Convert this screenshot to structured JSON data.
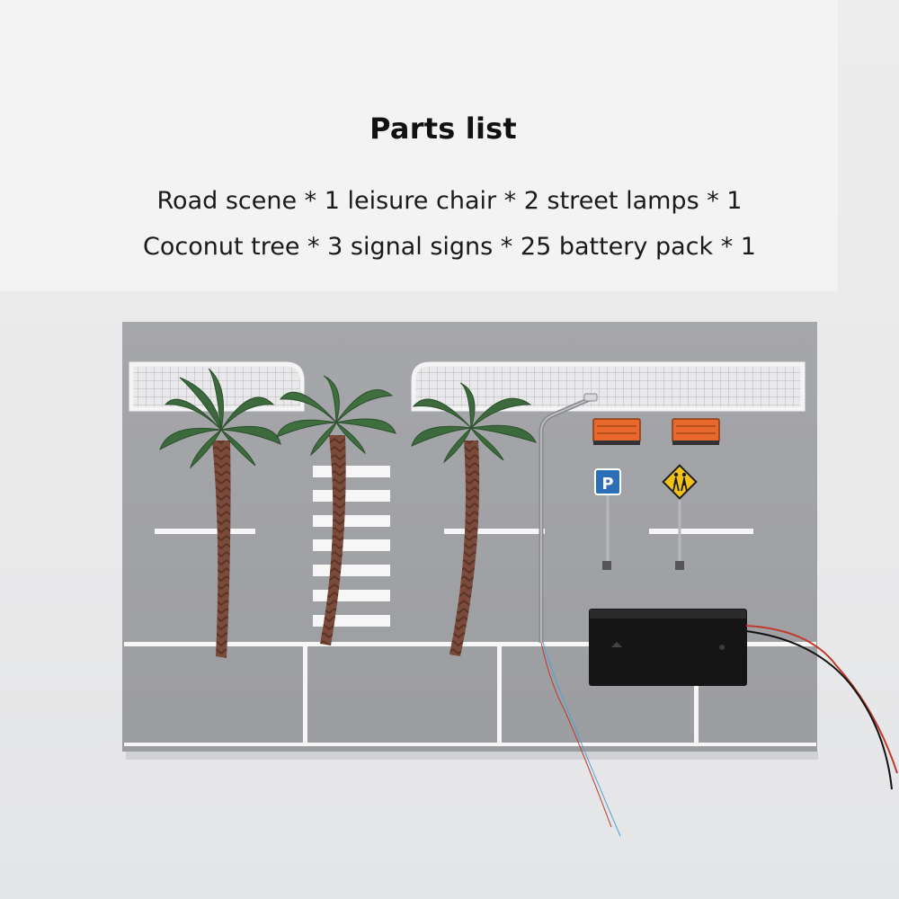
{
  "header": {
    "title": "Parts list",
    "line1": "Road scene * 1 leisure chair * 2 street lamps * 1",
    "line2": "Coconut tree * 3 signal signs * 25 battery pack * 1"
  },
  "colors": {
    "board": "#a2a3a7",
    "road_marking": "#f6f6f6",
    "palm_leaf": "#3c6a3c",
    "palm_trunk": "#7a4a3a",
    "bench": "#e8672a",
    "parking_sign": "#2a6fb8",
    "warning_sign": "#f2c21a",
    "battery_box": "#151515",
    "wire_red": "#c0392b"
  },
  "icons": {
    "parking_sign": "parking-sign-icon",
    "pedestrian_sign": "pedestrian-warning-sign-icon"
  }
}
